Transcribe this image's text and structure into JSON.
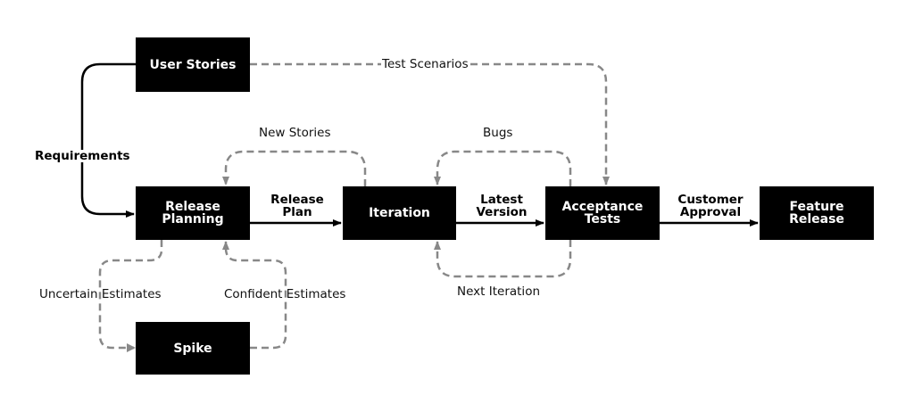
{
  "nodes": {
    "user_stories": "User Stories",
    "release_planning": "Release\nPlanning",
    "iteration": "Iteration",
    "acceptance_tests": "Acceptance\nTests",
    "feature_release": "Feature\nRelease",
    "spike": "Spike"
  },
  "edges": {
    "requirements": "Requirements",
    "test_scenarios": "Test Scenarios",
    "new_stories": "New Stories",
    "release_plan": "Release\nPlan",
    "bugs": "Bugs",
    "latest_version": "Latest\nVersion",
    "next_iteration": "Next Iteration",
    "customer_approval": "Customer\nApproval",
    "uncertain_estimates": "Uncertain Estimates",
    "confident_estimates": "Confident Estimates"
  },
  "colors": {
    "node_fill": "#000000",
    "node_text": "#ffffff",
    "solid_edge": "#000000",
    "dashed_edge": "#888888"
  }
}
